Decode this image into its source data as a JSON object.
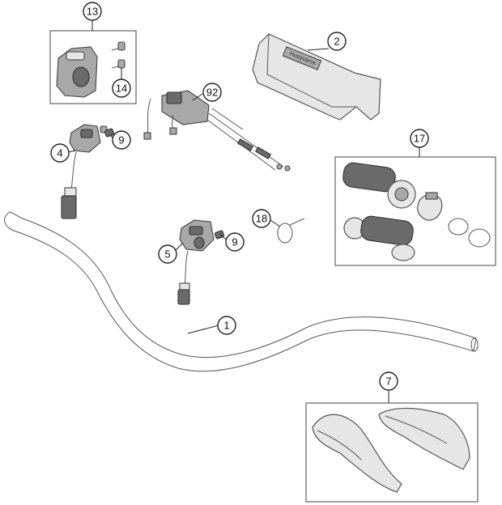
{
  "callouts": [
    {
      "id": "1",
      "label": "1"
    },
    {
      "id": "2",
      "label": "2"
    },
    {
      "id": "4",
      "label": "4"
    },
    {
      "id": "5",
      "label": "5"
    },
    {
      "id": "7",
      "label": "7"
    },
    {
      "id": "9a",
      "label": "9"
    },
    {
      "id": "9b",
      "label": "9"
    },
    {
      "id": "13",
      "label": "13"
    },
    {
      "id": "14",
      "label": "14"
    },
    {
      "id": "17",
      "label": "17"
    },
    {
      "id": "18",
      "label": "18"
    },
    {
      "id": "92",
      "label": "92"
    }
  ],
  "pad_brand": "Husqvarna"
}
